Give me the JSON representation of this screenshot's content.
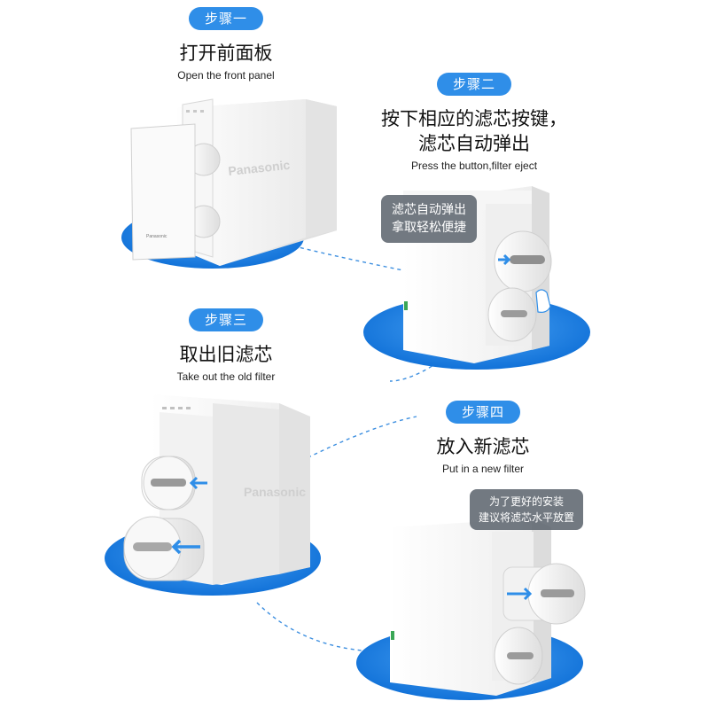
{
  "steps": [
    {
      "pill": "步骤一",
      "title": "打开前面板",
      "sub": "Open the front panel"
    },
    {
      "pill": "步骤二",
      "title_line1": "按下相应的滤芯按键，",
      "title_line2": "滤芯自动弹出",
      "sub": "Press the button,filter eject"
    },
    {
      "pill": "步骤三",
      "title": "取出旧滤芯",
      "sub": "Take out the old filter"
    },
    {
      "pill": "步骤四",
      "title": "放入新滤芯",
      "sub": "Put in a new filter"
    }
  ],
  "bubbles": {
    "eject": {
      "line1": "滤芯自动弹出",
      "line2": "拿取轻松便捷"
    },
    "install": {
      "line1": "为了更好的安装",
      "line2": "建议将滤芯水平放置"
    }
  },
  "brand": "Panasonic",
  "colors": {
    "accent": "#2f8ee8",
    "platform": "#1f7fe0",
    "bubble": "#5f6670"
  }
}
